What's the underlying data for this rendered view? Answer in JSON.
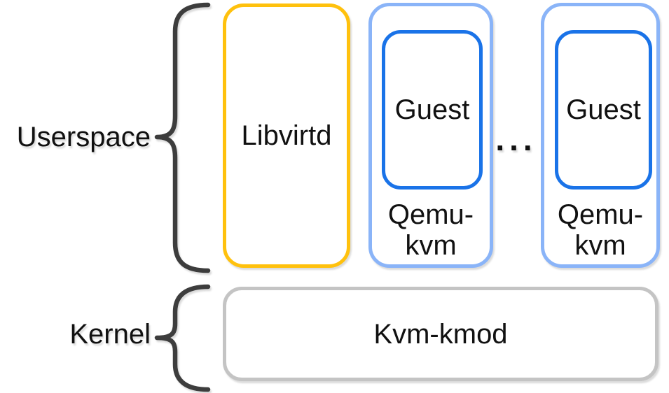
{
  "diagram": {
    "userspace": {
      "label": "Userspace",
      "libvirtd": {
        "label": "Libvirtd"
      },
      "qemu_instances": [
        {
          "label": "Qemu-kvm",
          "guest_label": "Guest"
        },
        {
          "label": "Qemu-kvm",
          "guest_label": "Guest"
        }
      ],
      "ellipsis": "..."
    },
    "kernel": {
      "label": "Kernel",
      "kvm_kmod": {
        "label": "Kvm-kmod"
      }
    },
    "colors": {
      "libvirtd_border": "#FFC10D",
      "qemu_border": "#8AB4F8",
      "guest_border": "#1A73E8",
      "kvm_kmod_border": "#C4C4C4",
      "brace": "#3D3D3D",
      "text": "#111111",
      "shadow": "#E0E0E0"
    }
  }
}
